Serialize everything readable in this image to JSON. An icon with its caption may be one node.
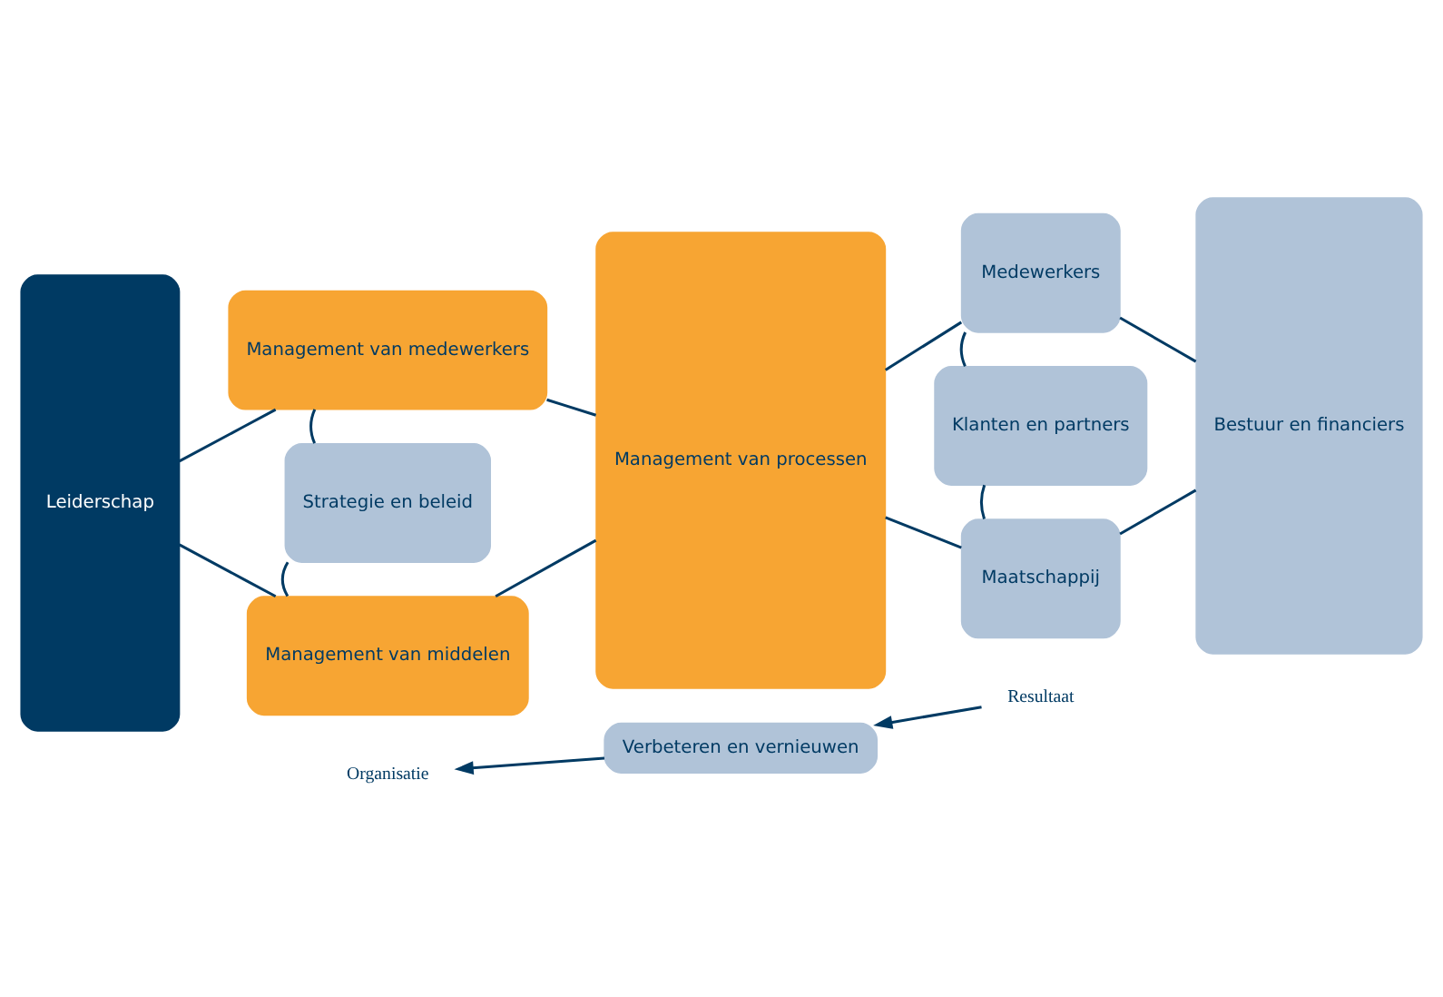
{
  "diagram": {
    "nodes": [
      {
        "text": [
          "Leiderschap"
        ]
      },
      {
        "text": [
          "Management van medewerkers"
        ]
      },
      {
        "text": [
          "Strategie en beleid"
        ]
      },
      {
        "text": [
          "Management van middelen"
        ]
      },
      {
        "text": [
          "Management van processen"
        ]
      },
      {
        "text": [
          "Medewerkers"
        ]
      },
      {
        "text": [
          "Klanten en partners"
        ]
      },
      {
        "text": [
          "Maatschappij"
        ]
      },
      {
        "text": [
          "Bestuur en financiers"
        ]
      },
      {
        "text": [
          "Organisatie"
        ]
      },
      {
        "text": [
          "Resultaat"
        ]
      },
      {
        "text": [
          "Verbeteren en vernieuwen"
        ]
      }
    ],
    "edges": [
      {
        "from": 0,
        "to": 1,
        "arrow": "none"
      },
      {
        "from": 0,
        "to": 3,
        "arrow": "none"
      },
      {
        "from": 1,
        "to": 2,
        "arrow": "none"
      },
      {
        "from": 2,
        "to": 3,
        "arrow": "none"
      },
      {
        "from": 1,
        "to": 4,
        "arrow": "none"
      },
      {
        "from": 3,
        "to": 4,
        "arrow": "none"
      },
      {
        "from": 4,
        "to": 5,
        "arrow": "none"
      },
      {
        "from": 4,
        "to": 7,
        "arrow": "none"
      },
      {
        "from": 5,
        "to": 6,
        "arrow": "none"
      },
      {
        "from": 6,
        "to": 7,
        "arrow": "none"
      },
      {
        "from": 5,
        "to": 8,
        "arrow": "none"
      },
      {
        "from": 7,
        "to": 8,
        "arrow": "none"
      },
      {
        "from": 10,
        "to": 11,
        "arrow": "to"
      },
      {
        "from": 11,
        "to": 9,
        "arrow": "to"
      }
    ]
  }
}
